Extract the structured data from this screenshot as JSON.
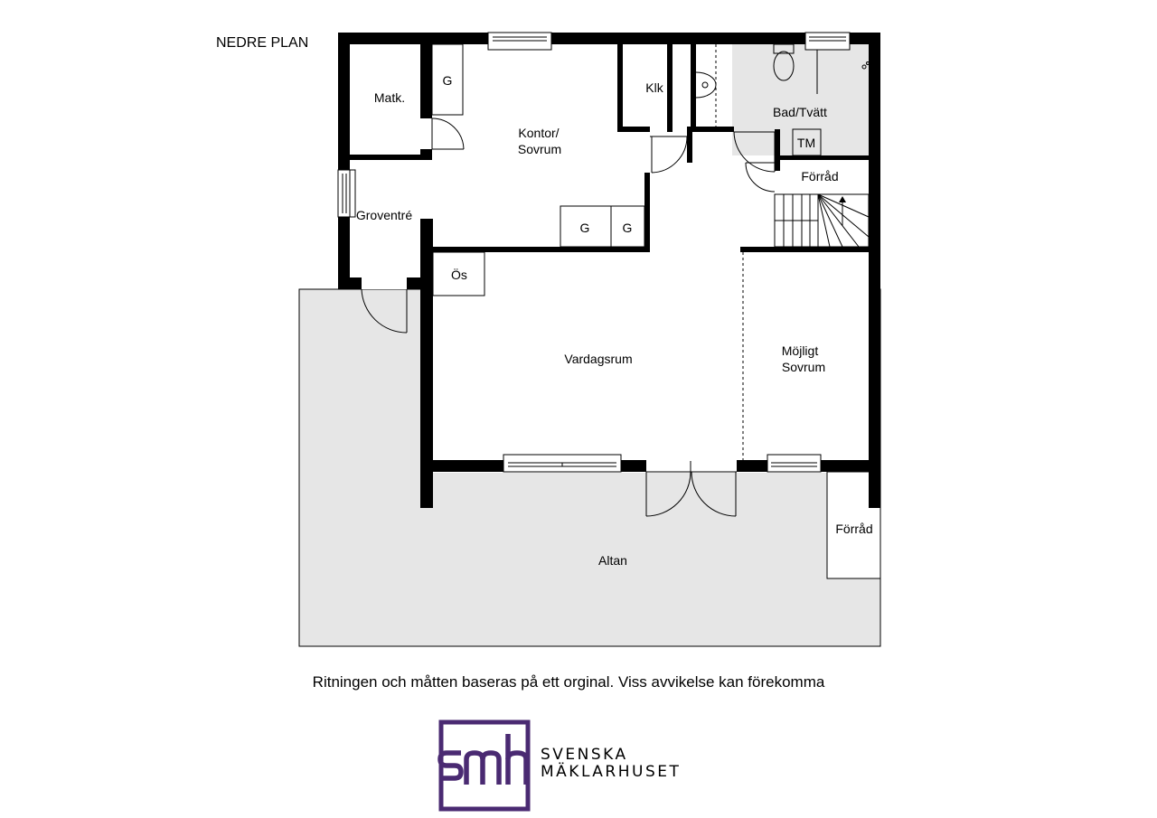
{
  "plan": {
    "title": "NEDRE PLAN",
    "disclaimer": "Ritningen och måtten baseras på ett orginal. Viss avvikelse kan förekomma"
  },
  "rooms": {
    "matk": "Matk.",
    "kontor_line1": "Kontor/",
    "kontor_line2": "Sovrum",
    "klk": "Klk",
    "bad": "Bad/Tvätt",
    "tm": "TM",
    "forrad_upper": "Förråd",
    "groventre": "Groventré",
    "os": "Ös",
    "vardagsrum": "Vardagsrum",
    "mojligt_line1": "Möjligt",
    "mojligt_line2": "Sovrum",
    "altan": "Altan",
    "forrad_lower": "Förråd"
  },
  "closets": {
    "g1": "G",
    "g2": "G",
    "g3": "G"
  },
  "brand": {
    "logo_text": "smh",
    "name_line1": "SVENSKA",
    "name_line2": "MÄKLARHUSET",
    "color": "#4a2a72"
  },
  "colors": {
    "wall": "#000000",
    "floor_tint": "#e6e6e6"
  }
}
